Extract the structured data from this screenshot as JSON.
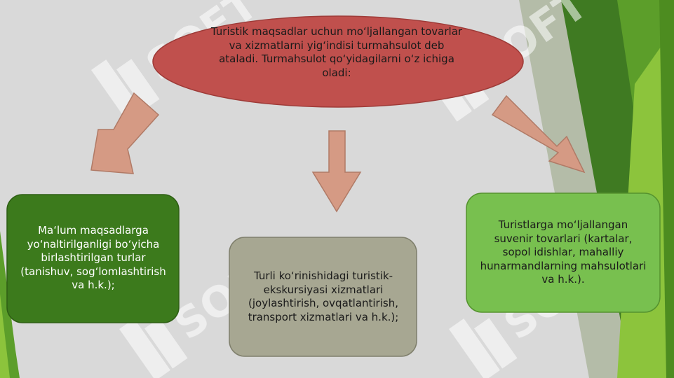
{
  "watermark": "SOFT",
  "colors": {
    "background": "#d9d9d9",
    "ellipse_fill": "#c0504d",
    "arrow_fill": "#d59a84",
    "box_dark_green": "#3c7a1c",
    "box_gray": "#a7a792",
    "box_light_green": "#78c04f",
    "decor_green": "#7fb83e"
  },
  "center": {
    "text": "Turistik maqsadlar uchun mo‘ljallangan tovarlar va xizmatlarni yig‘indisi turmahsulot deb ataladi. Turmahsulot qo‘yidagilarni o‘z ichiga oladi:"
  },
  "boxes": {
    "left": "Ma‘lum maqsadlarga yo‘naltirilganligi bo‘yicha birlashtirilgan turlar (tanishuv, sog‘lomlashtirish va h.k.);",
    "middle": "Turli ko‘rinishidagi turistik-ekskursiyasi xizmatlari (joylashtirish, ovqatlantirish, transport xizmatlari va h.k.);",
    "right": "Turistlarga mo‘ljallangan suvenir tovarlari (kartalar, sopol idishlar, mahalliy hunarmandlarning mahsulotlari va h.k.)."
  }
}
